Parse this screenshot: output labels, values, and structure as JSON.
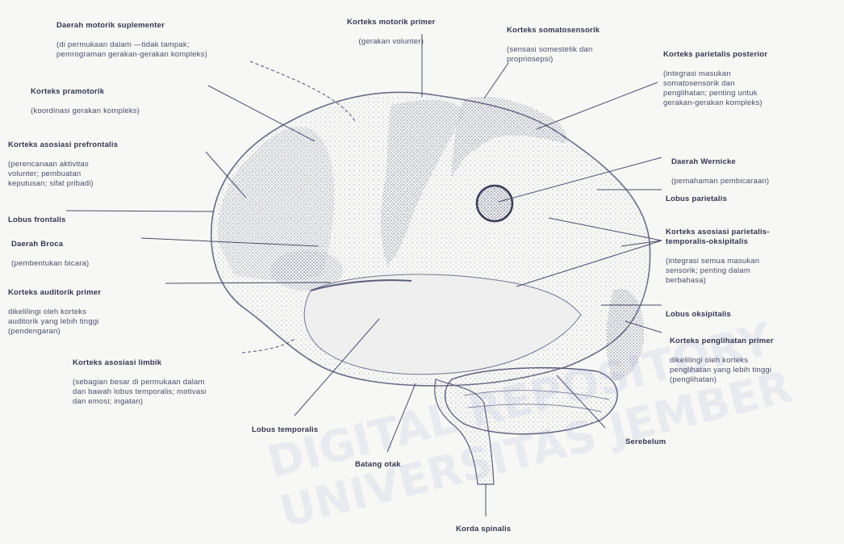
{
  "labels": {
    "suplementer": {
      "title": "Daerah motorik suplementer",
      "desc": "(di permukaan dalam —tidak tampak;\npemrograman gerakan-gerakan kompleks)"
    },
    "motorik_primer": {
      "title": "Korteks motorik primer",
      "desc": "(gerakan volunter)"
    },
    "somatosensorik": {
      "title": "Korteks somatosensorik",
      "desc": "(sensasi somestetik dan\npropriosepsi)"
    },
    "parietalis_posterior": {
      "title": "Korteks parietalis posterior",
      "desc": "(integrasi masukan\nsomatosensorik dan\npenglihatan; penting untuk\ngerakan-gerakan kompleks)"
    },
    "pramotorik": {
      "title": "Korteks pramotorik",
      "desc": "(koordinasi gerakan kompleks)"
    },
    "prefrontalis": {
      "title": "Korteks asosiasi prefrontalis",
      "desc": "(perencanaan aktivitas\nvolunter; pembuatan\nkeputusan; sifat pribadi)"
    },
    "wernicke": {
      "title": "Daerah Wernicke",
      "desc": "(pemahaman pembicaraan)"
    },
    "lobus_parietalis": {
      "title": "Lobus parietalis"
    },
    "lobus_frontalis": {
      "title": "Lobus frontalis"
    },
    "broca": {
      "title": "Daerah Broca",
      "desc": "(pembentukan bicara)"
    },
    "pto": {
      "title": "Korteks asosiasi parietalis-\ntemporalis-oksipitalis",
      "desc": "(integrasi semua masukan\nsensorik; penting dalam\nberbahasa)"
    },
    "auditorik": {
      "title": "Korteks auditorik primer",
      "desc": "dikelilingi oleh korteks\nauditorik yang lebih tinggi\n(pendengaran)"
    },
    "lobus_oksipitalis": {
      "title": "Lobus oksipitalis"
    },
    "penglihatan": {
      "title": "Korteks penglihatan primer",
      "desc": "dikelilingi oleh korteks\npenglihatan yang lebih tinggi\n(penglihatan)"
    },
    "limbik": {
      "title": "Korteks asosiasi limbik",
      "desc": "(sebagian besar di permukaan dalam\ndan bawah lobus temporalis; motivasi\ndan emosi; ingatan)"
    },
    "lobus_temporalis": {
      "title": "Lobus temporalis"
    },
    "serebelum": {
      "title": "Serebelum"
    },
    "batang_otak": {
      "title": "Batang otak"
    },
    "korda_spinalis": {
      "title": "Korda spinalis"
    }
  },
  "watermark": {
    "text": "DIGITAL REPOSITORY UNIVERSITAS JEMBER"
  },
  "colors": {
    "ink": "#3a3d55",
    "background": "#f7f7f5",
    "watermark": "#9bb0d6"
  }
}
